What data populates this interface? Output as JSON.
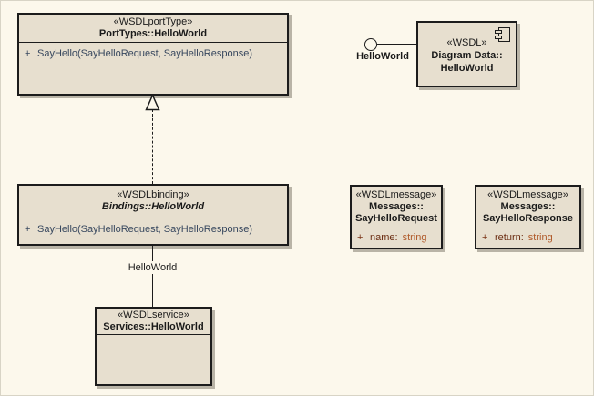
{
  "diagram": {
    "background_color": "#FCF8EC",
    "node_fill_color": "#E7DFCF",
    "node_border_color": "#1c1c1c",
    "shadow_color": "#b9b4a7",
    "operation_text_color": "#37475E",
    "attribute_name_color": "#6B2D12",
    "attribute_type_color": "#B05A2A"
  },
  "nodes": {
    "porttype": {
      "stereotype": "«WSDLportType»",
      "name": "PortTypes::HelloWorld",
      "operation": {
        "visibility": "+",
        "signature": "SayHello(SayHelloRequest, SayHelloResponse)"
      }
    },
    "component": {
      "stereotype": "«WSDL»",
      "namespace": "Diagram Data::",
      "name": "HelloWorld",
      "interface_label": "HelloWorld"
    },
    "binding": {
      "stereotype": "«WSDLbinding»",
      "name": "Bindings::HelloWorld",
      "operation": {
        "visibility": "+",
        "signature": "SayHello(SayHelloRequest, SayHelloResponse)"
      }
    },
    "message_request": {
      "stereotype": "«WSDLmessage»",
      "namespace": "Messages::",
      "name": "SayHelloRequest",
      "attribute": {
        "visibility": "+",
        "name": "name:",
        "type": "string"
      }
    },
    "message_response": {
      "stereotype": "«WSDLmessage»",
      "namespace": "Messages::",
      "name": "SayHelloResponse",
      "attribute": {
        "visibility": "+",
        "name": "return:",
        "type": "string"
      }
    },
    "service": {
      "stereotype": "«WSDLservice»",
      "name": "Services::HelloWorld"
    }
  },
  "connectors": {
    "realization": {
      "from": "Bindings::HelloWorld",
      "to": "PortTypes::HelloWorld",
      "style": "dashed, hollow triangle"
    },
    "association": {
      "label": "HelloWorld",
      "from": "Services::HelloWorld",
      "to": "Bindings::HelloWorld"
    }
  }
}
